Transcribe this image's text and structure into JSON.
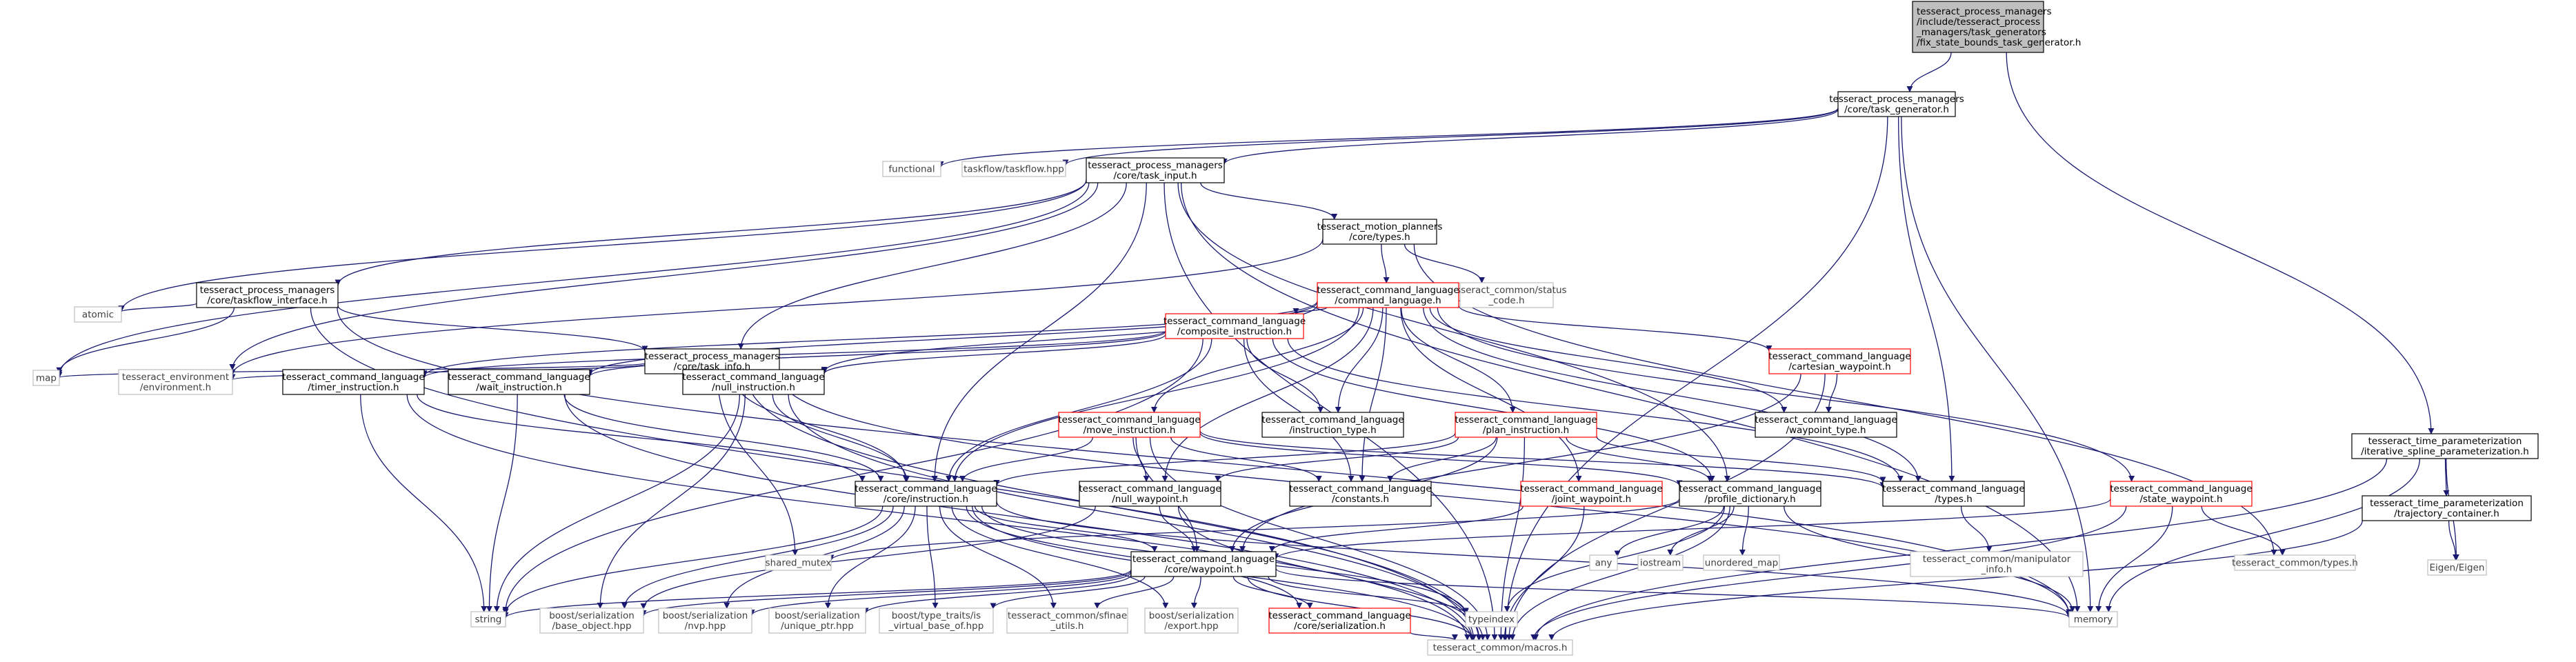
{
  "graph": {
    "nodes": [
      {
        "id": "root",
        "lines": [
          "tesseract_process_managers",
          "/include/tesseract_process",
          "_managers/task_generators",
          "/fix_state_bounds_task_generator.h"
        ],
        "style": "root"
      },
      {
        "id": "task_gen",
        "lines": [
          "tesseract_process_managers",
          "/core/task_generator.h"
        ],
        "style": "black"
      },
      {
        "id": "functional",
        "lines": [
          "functional"
        ],
        "style": "gray"
      },
      {
        "id": "taskflow_hpp",
        "lines": [
          "taskflow/taskflow.hpp"
        ],
        "style": "gray"
      },
      {
        "id": "task_input",
        "lines": [
          "tesseract_process_managers",
          "/core/task_input.h"
        ],
        "style": "black"
      },
      {
        "id": "motion_types",
        "lines": [
          "tesseract_motion_planners",
          "/core/types.h"
        ],
        "style": "black"
      },
      {
        "id": "status_code",
        "lines": [
          "tesseract_common/status",
          "_code.h"
        ],
        "style": "gray"
      },
      {
        "id": "cmd_lang",
        "lines": [
          "tesseract_command_language",
          "/command_language.h"
        ],
        "style": "red"
      },
      {
        "id": "taskflow_iface",
        "lines": [
          "tesseract_process_managers",
          "/core/taskflow_interface.h"
        ],
        "style": "black"
      },
      {
        "id": "atomic",
        "lines": [
          "atomic"
        ],
        "style": "gray"
      },
      {
        "id": "map",
        "lines": [
          "map"
        ],
        "style": "gray"
      },
      {
        "id": "task_info",
        "lines": [
          "tesseract_process_managers",
          "/core/task_info.h"
        ],
        "style": "black"
      },
      {
        "id": "env",
        "lines": [
          "tesseract_environment",
          "/environment.h"
        ],
        "style": "gray"
      },
      {
        "id": "composite",
        "lines": [
          "tesseract_command_language",
          "/composite_instruction.h"
        ],
        "style": "red"
      },
      {
        "id": "cartesian",
        "lines": [
          "tesseract_command_language",
          "/cartesian_waypoint.h"
        ],
        "style": "red"
      },
      {
        "id": "waypoint_type",
        "lines": [
          "tesseract_command_language",
          "/waypoint_type.h"
        ],
        "style": "black"
      },
      {
        "id": "timer_instr",
        "lines": [
          "tesseract_command_language",
          "/timer_instruction.h"
        ],
        "style": "black"
      },
      {
        "id": "wait_instr",
        "lines": [
          "tesseract_command_language",
          "/wait_instruction.h"
        ],
        "style": "black"
      },
      {
        "id": "null_instr",
        "lines": [
          "tesseract_command_language",
          "/null_instruction.h"
        ],
        "style": "black"
      },
      {
        "id": "move_instr",
        "lines": [
          "tesseract_command_language",
          "/move_instruction.h"
        ],
        "style": "red"
      },
      {
        "id": "instr_type",
        "lines": [
          "tesseract_command_language",
          "/instruction_type.h"
        ],
        "style": "black"
      },
      {
        "id": "plan_instr",
        "lines": [
          "tesseract_command_language",
          "/plan_instruction.h"
        ],
        "style": "red"
      },
      {
        "id": "joint_wp",
        "lines": [
          "tesseract_command_language",
          "/joint_waypoint.h"
        ],
        "style": "red"
      },
      {
        "id": "cmd_types",
        "lines": [
          "tesseract_command_language",
          "/types.h"
        ],
        "style": "black"
      },
      {
        "id": "state_wp",
        "lines": [
          "tesseract_command_language",
          "/state_waypoint.h"
        ],
        "style": "red"
      },
      {
        "id": "instruction",
        "lines": [
          "tesseract_command_language",
          "/core/instruction.h"
        ],
        "style": "black"
      },
      {
        "id": "null_wp",
        "lines": [
          "tesseract_command_language",
          "/null_waypoint.h"
        ],
        "style": "black"
      },
      {
        "id": "constants",
        "lines": [
          "tesseract_command_language",
          "/constants.h"
        ],
        "style": "black"
      },
      {
        "id": "profile_dict",
        "lines": [
          "tesseract_command_language",
          "/profile_dictionary.h"
        ],
        "style": "black"
      },
      {
        "id": "manip_info",
        "lines": [
          "tesseract_common/manipulator",
          "_info.h"
        ],
        "style": "gray"
      },
      {
        "id": "common_types",
        "lines": [
          "tesseract_common/types.h"
        ],
        "style": "gray"
      },
      {
        "id": "shared_mutex",
        "lines": [
          "shared_mutex"
        ],
        "style": "gray"
      },
      {
        "id": "any",
        "lines": [
          "any"
        ],
        "style": "gray"
      },
      {
        "id": "iostream",
        "lines": [
          "iostream"
        ],
        "style": "gray"
      },
      {
        "id": "unordered_map",
        "lines": [
          "unordered_map"
        ],
        "style": "gray"
      },
      {
        "id": "waypoint",
        "lines": [
          "tesseract_command_language",
          "/core/waypoint.h"
        ],
        "style": "black"
      },
      {
        "id": "string",
        "lines": [
          "string"
        ],
        "style": "gray"
      },
      {
        "id": "base_object",
        "lines": [
          "boost/serialization",
          "/base_object.hpp"
        ],
        "style": "gray"
      },
      {
        "id": "nvp",
        "lines": [
          "boost/serialization",
          "/nvp.hpp"
        ],
        "style": "gray"
      },
      {
        "id": "unique_ptr",
        "lines": [
          "boost/serialization",
          "/unique_ptr.hpp"
        ],
        "style": "gray"
      },
      {
        "id": "is_virtual",
        "lines": [
          "boost/type_traits/is",
          "_virtual_base_of.hpp"
        ],
        "style": "gray"
      },
      {
        "id": "sfinae",
        "lines": [
          "tesseract_common/sfinae",
          "_utils.h"
        ],
        "style": "gray"
      },
      {
        "id": "export_hpp",
        "lines": [
          "boost/serialization",
          "/export.hpp"
        ],
        "style": "gray"
      },
      {
        "id": "serialization",
        "lines": [
          "tesseract_command_language",
          "/core/serialization.h"
        ],
        "style": "red"
      },
      {
        "id": "typeindex",
        "lines": [
          "typeindex"
        ],
        "style": "gray"
      },
      {
        "id": "memory",
        "lines": [
          "memory"
        ],
        "style": "gray"
      },
      {
        "id": "macros",
        "lines": [
          "tesseract_common/macros.h"
        ],
        "style": "gray"
      },
      {
        "id": "iter_spline",
        "lines": [
          "tesseract_time_parameterization",
          "/iterative_spline_parameterization.h"
        ],
        "style": "black"
      },
      {
        "id": "traj_container",
        "lines": [
          "tesseract_time_parameterization",
          "/trajectory_container.h"
        ],
        "style": "black"
      },
      {
        "id": "eigen",
        "lines": [
          "Eigen/Eigen"
        ],
        "style": "gray"
      }
    ],
    "edges": [
      [
        "root",
        "task_gen"
      ],
      [
        "root",
        "iter_spline"
      ],
      [
        "task_gen",
        "functional"
      ],
      [
        "task_gen",
        "taskflow_hpp"
      ],
      [
        "task_gen",
        "task_input"
      ],
      [
        "task_gen",
        "cmd_types"
      ],
      [
        "task_gen",
        "memory"
      ],
      [
        "task_gen",
        "macros"
      ],
      [
        "task_input",
        "motion_types"
      ],
      [
        "task_input",
        "taskflow_iface"
      ],
      [
        "task_input",
        "task_info"
      ],
      [
        "task_input",
        "instruction"
      ],
      [
        "task_input",
        "atomic"
      ],
      [
        "task_input",
        "map"
      ],
      [
        "task_input",
        "env"
      ],
      [
        "task_input",
        "profile_dict"
      ],
      [
        "task_input",
        "memory"
      ],
      [
        "task_input",
        "macros"
      ],
      [
        "motion_types",
        "status_code"
      ],
      [
        "motion_types",
        "cmd_lang"
      ],
      [
        "motion_types",
        "common_types"
      ],
      [
        "motion_types",
        "env"
      ],
      [
        "cmd_lang",
        "composite"
      ],
      [
        "cmd_lang",
        "cartesian"
      ],
      [
        "cmd_lang",
        "waypoint_type"
      ],
      [
        "cmd_lang",
        "timer_instr"
      ],
      [
        "cmd_lang",
        "wait_instr"
      ],
      [
        "cmd_lang",
        "null_instr"
      ],
      [
        "cmd_lang",
        "move_instr"
      ],
      [
        "cmd_lang",
        "instr_type"
      ],
      [
        "cmd_lang",
        "plan_instr"
      ],
      [
        "cmd_lang",
        "joint_wp"
      ],
      [
        "cmd_lang",
        "cmd_types"
      ],
      [
        "cmd_lang",
        "state_wp"
      ],
      [
        "cmd_lang",
        "instruction"
      ],
      [
        "cmd_lang",
        "null_wp"
      ],
      [
        "cmd_lang",
        "constants"
      ],
      [
        "taskflow_iface",
        "atomic"
      ],
      [
        "taskflow_iface",
        "map"
      ],
      [
        "taskflow_iface",
        "task_info"
      ],
      [
        "taskflow_iface",
        "macros"
      ],
      [
        "taskflow_iface",
        "memory"
      ],
      [
        "task_info",
        "map"
      ],
      [
        "task_info",
        "env"
      ],
      [
        "task_info",
        "instruction"
      ],
      [
        "task_info",
        "null_instr"
      ],
      [
        "task_info",
        "shared_mutex"
      ],
      [
        "task_info",
        "macros"
      ],
      [
        "task_info",
        "memory"
      ],
      [
        "composite",
        "instruction"
      ],
      [
        "composite",
        "null_instr"
      ],
      [
        "composite",
        "instr_type"
      ],
      [
        "composite",
        "profile_dict"
      ],
      [
        "composite",
        "constants"
      ],
      [
        "composite",
        "timer_instr"
      ],
      [
        "composite",
        "wait_instr"
      ],
      [
        "composite",
        "string"
      ],
      [
        "composite",
        "cmd_types"
      ],
      [
        "cartesian",
        "waypoint_type"
      ],
      [
        "cartesian",
        "waypoint"
      ],
      [
        "cartesian",
        "macros"
      ],
      [
        "timer_instr",
        "instruction"
      ],
      [
        "timer_instr",
        "string"
      ],
      [
        "timer_instr",
        "macros"
      ],
      [
        "wait_instr",
        "instruction"
      ],
      [
        "wait_instr",
        "string"
      ],
      [
        "wait_instr",
        "macros"
      ],
      [
        "null_instr",
        "instruction"
      ],
      [
        "null_instr",
        "base_object"
      ],
      [
        "null_instr",
        "string"
      ],
      [
        "null_instr",
        "macros"
      ],
      [
        "move_instr",
        "instruction"
      ],
      [
        "move_instr",
        "null_wp"
      ],
      [
        "move_instr",
        "waypoint"
      ],
      [
        "move_instr",
        "constants"
      ],
      [
        "move_instr",
        "profile_dict"
      ],
      [
        "move_instr",
        "cmd_types"
      ],
      [
        "move_instr",
        "macros"
      ],
      [
        "plan_instr",
        "instruction"
      ],
      [
        "plan_instr",
        "null_wp"
      ],
      [
        "plan_instr",
        "waypoint"
      ],
      [
        "plan_instr",
        "constants"
      ],
      [
        "plan_instr",
        "profile_dict"
      ],
      [
        "plan_instr",
        "cmd_types"
      ],
      [
        "plan_instr",
        "macros"
      ],
      [
        "joint_wp",
        "waypoint"
      ],
      [
        "joint_wp",
        "macros"
      ],
      [
        "cmd_types",
        "manip_info"
      ],
      [
        "state_wp",
        "waypoint"
      ],
      [
        "state_wp",
        "common_types"
      ],
      [
        "state_wp",
        "memory"
      ],
      [
        "state_wp",
        "macros"
      ],
      [
        "instruction",
        "waypoint"
      ],
      [
        "instruction",
        "string"
      ],
      [
        "instruction",
        "base_object"
      ],
      [
        "instruction",
        "nvp"
      ],
      [
        "instruction",
        "unique_ptr"
      ],
      [
        "instruction",
        "is_virtual"
      ],
      [
        "instruction",
        "sfinae"
      ],
      [
        "instruction",
        "export_hpp"
      ],
      [
        "instruction",
        "serialization"
      ],
      [
        "instruction",
        "typeindex"
      ],
      [
        "instruction",
        "memory"
      ],
      [
        "instruction",
        "macros"
      ],
      [
        "null_wp",
        "waypoint"
      ],
      [
        "null_wp",
        "base_object"
      ],
      [
        "null_wp",
        "macros"
      ],
      [
        "profile_dict",
        "any"
      ],
      [
        "profile_dict",
        "iostream"
      ],
      [
        "profile_dict",
        "unordered_map"
      ],
      [
        "profile_dict",
        "shared_mutex"
      ],
      [
        "profile_dict",
        "memory"
      ],
      [
        "profile_dict",
        "typeindex"
      ],
      [
        "profile_dict",
        "macros"
      ],
      [
        "waypoint",
        "string"
      ],
      [
        "waypoint",
        "base_object"
      ],
      [
        "waypoint",
        "nvp"
      ],
      [
        "waypoint",
        "unique_ptr"
      ],
      [
        "waypoint",
        "is_virtual"
      ],
      [
        "waypoint",
        "sfinae"
      ],
      [
        "waypoint",
        "export_hpp"
      ],
      [
        "waypoint",
        "serialization"
      ],
      [
        "waypoint",
        "typeindex"
      ],
      [
        "waypoint",
        "memory"
      ],
      [
        "waypoint",
        "macros"
      ],
      [
        "serialization",
        "macros"
      ],
      [
        "iter_spline",
        "traj_container"
      ],
      [
        "iter_spline",
        "eigen"
      ],
      [
        "iter_spline",
        "macros"
      ],
      [
        "iter_spline",
        "memory"
      ],
      [
        "traj_container",
        "eigen"
      ],
      [
        "traj_container",
        "macros"
      ]
    ],
    "colors": {
      "edge": "#191970",
      "root_fill": "#bfbfbf",
      "black_border": "#000000",
      "red_border": "#ff0000",
      "gray_border": "#bfbfbf",
      "text": "#000000",
      "gray_text": "#3f3f3f"
    }
  }
}
